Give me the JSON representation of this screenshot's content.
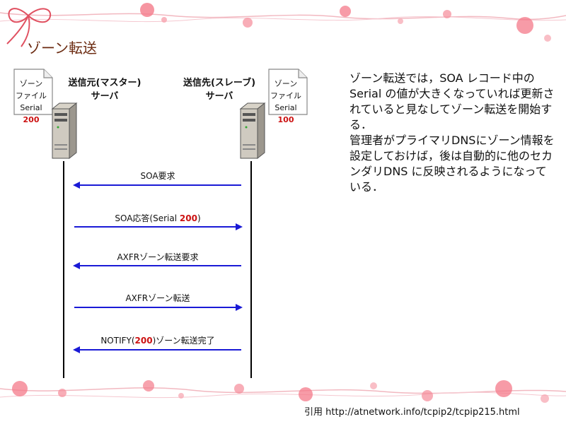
{
  "slide_title": "ゾーン転送",
  "description": [
    "ゾーン転送では，SOA レコード中の Serial の値が大きくなっていれば更新されていると見なしてゾーン転送を開始する．",
    "管理者がプライマリDNSにゾーン情報を設定しておけば，後は自動的に他のセカンダリDNS に反映されるようになっている．"
  ],
  "primary": {
    "label_line1": "送信元(マスター)",
    "label_line2": "サーバ",
    "doc_line1": "ゾーン",
    "doc_line2": "ファイル",
    "doc_serial_label": "Serial",
    "doc_serial_value": "200"
  },
  "secondary": {
    "label_line1": "送信先(スレーブ)",
    "label_line2": "サーバ",
    "doc_line1": "ゾーン",
    "doc_line2": "ファイル",
    "doc_serial_label": "Serial",
    "doc_serial_value": "100"
  },
  "messages": [
    {
      "before": "SOA要求",
      "highlight": "",
      "after": "",
      "direction": "to-master"
    },
    {
      "before": "SOA応答(Serial ",
      "highlight": "200",
      "after": ")",
      "direction": "to-slave"
    },
    {
      "before": "AXFRゾーン転送要求",
      "highlight": "",
      "after": "",
      "direction": "to-master"
    },
    {
      "before": "AXFRゾーン転送",
      "highlight": "",
      "after": "",
      "direction": "to-slave"
    },
    {
      "before": "NOTIFY(",
      "highlight": "200",
      "after": ")ゾーン転送完了",
      "direction": "to-master"
    }
  ],
  "citation": "引用 http://atnetwork.info/tcpip2/tcpip215.html",
  "colors": {
    "arrow": "#1a1ad6",
    "serial_highlight": "#cc1111",
    "title": "#6b2a10",
    "ribbon": "#e05060"
  }
}
